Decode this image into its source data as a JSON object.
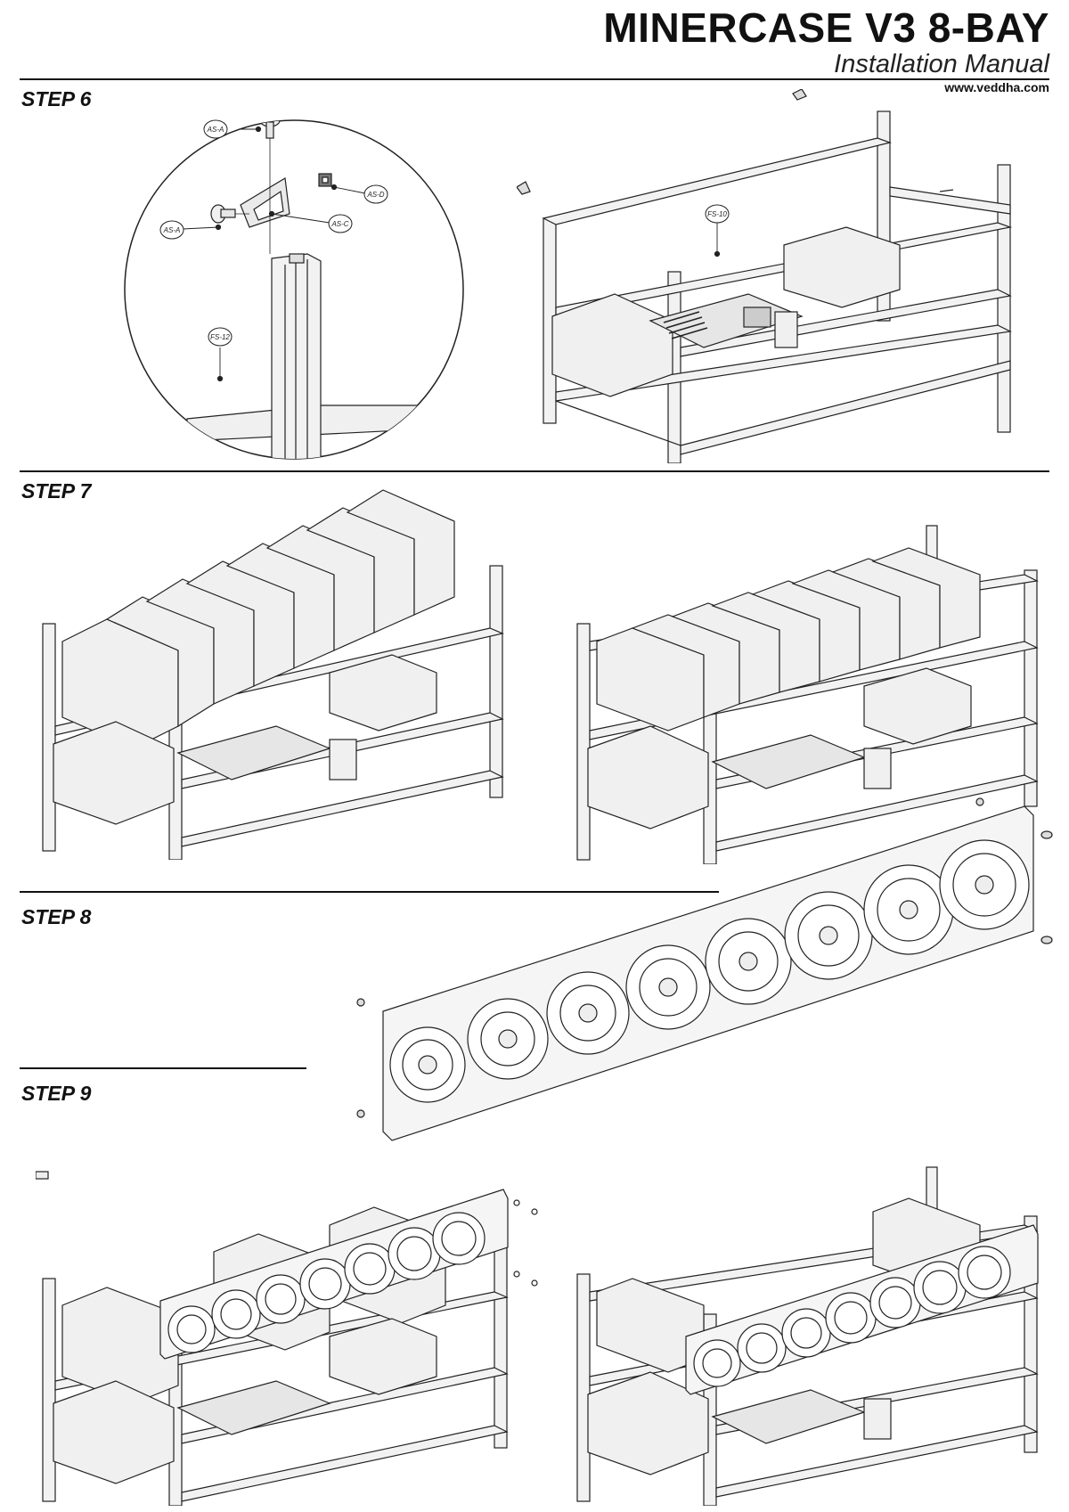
{
  "header": {
    "title": "MINERCASE V3 8-BAY",
    "subtitle": "Installation Manual",
    "website": "www.veddha.com"
  },
  "steps": [
    {
      "label": "STEP 6"
    },
    {
      "label": "STEP 7"
    },
    {
      "label": "STEP 8"
    },
    {
      "label": "STEP 9"
    }
  ],
  "callouts": {
    "as_a_top": "AS-A",
    "as_a_left": "AS-A",
    "as_c": "AS-C",
    "as_d": "AS-D",
    "fs_12": "FS-12",
    "fs_10": "FS-10"
  },
  "colors": {
    "line": "#222222",
    "fill_light": "#f0f0f0",
    "fill_mid": "#dcdcdc"
  }
}
